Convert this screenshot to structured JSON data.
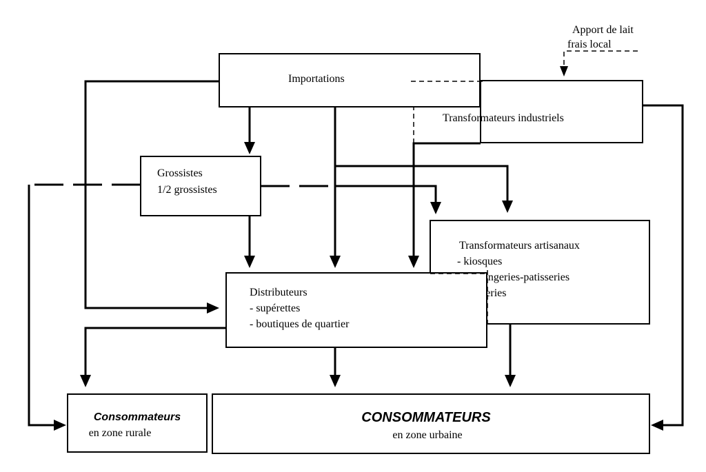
{
  "external_input": {
    "line1": "Apport de lait",
    "line2": "frais local"
  },
  "boxes": {
    "importations": {
      "title": "Importations"
    },
    "transformateurs_industriels": {
      "title": "Transformateurs industriels"
    },
    "grossistes": {
      "line1": "Grossistes",
      "line2": "1/2 grossistes"
    },
    "transformateurs_artisanaux": {
      "title": "Transformateurs artisanaux",
      "items": [
        "- kiosques",
        "- boulangeries-patisseries",
        "- crèmeries"
      ]
    },
    "distributeurs": {
      "title": "Distributeurs",
      "items": [
        "- supérettes",
        "- boutiques de quartier"
      ]
    },
    "consommateurs_rural": {
      "title": "Consommateurs",
      "subtitle": "en zone rurale"
    },
    "consommateurs_urbain": {
      "title": "CONSOMMATEURS",
      "subtitle": "en zone urbaine"
    }
  },
  "colors": {
    "line": "#000000",
    "background": "#ffffff"
  }
}
